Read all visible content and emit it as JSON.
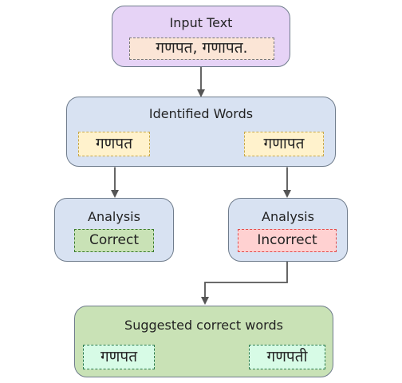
{
  "input": {
    "title": "Input Text",
    "text": "गणपत, गणापत."
  },
  "identified": {
    "title": "Identified Words",
    "words": [
      "गणपत",
      "गणापत"
    ]
  },
  "analysis_left": {
    "title": "Analysis",
    "result": "Correct"
  },
  "analysis_right": {
    "title": "Analysis",
    "result": "Incorrect"
  },
  "suggested": {
    "title": "Suggested correct words",
    "words": [
      "गणपत",
      "गणपती"
    ]
  },
  "colors": {
    "input_fill": "#e6d3f6",
    "identified_fill": "#d8e2f2",
    "analysis_fill": "#d8e2f2",
    "suggested_fill": "#c9e2b6",
    "input_tag_fill": "#fbe5d6",
    "word_tag_fill": "#fff2cc",
    "correct_fill": "#c9e2b6",
    "correct_border": "#3a7a2c",
    "incorrect_fill": "#ffd1d1",
    "incorrect_border": "#e04b4b",
    "suggest_tag_fill": "#d7fbe6",
    "suggest_tag_border": "#2e7d4f",
    "arrow": "#555555"
  }
}
